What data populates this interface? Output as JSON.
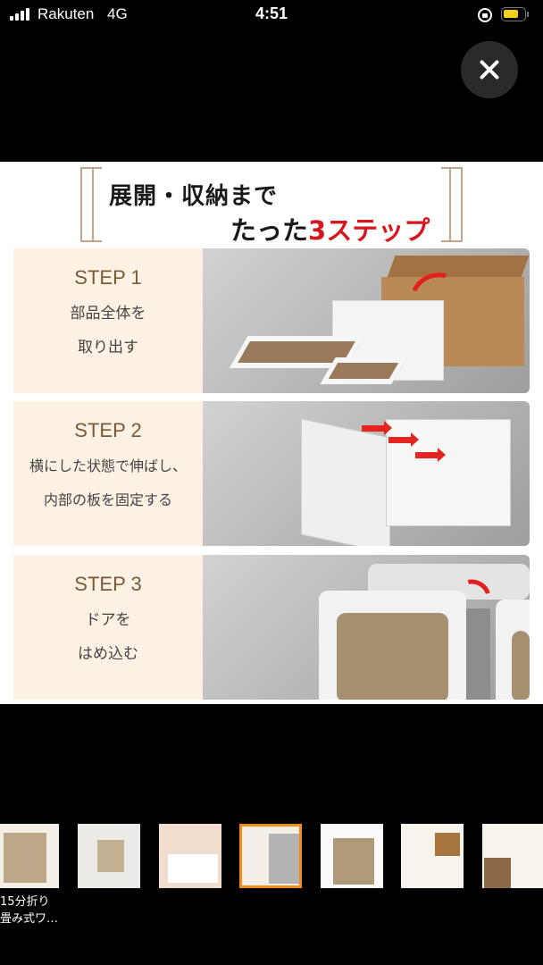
{
  "status_bar": {
    "carrier": "Rakuten",
    "network": "4G",
    "time": "4:51",
    "battery_color": "#f5cf1b",
    "icons": [
      "signal-icon",
      "rotation-lock-icon",
      "battery-icon"
    ]
  },
  "viewer": {
    "close_icon": "close-icon"
  },
  "main_image": {
    "heading": {
      "line1": "展開・収納まで",
      "line2_prefix": "たった",
      "line2_highlight": "3ステップ",
      "highlight_color": "#d7151d"
    },
    "steps": [
      {
        "title": "STEP 1",
        "desc_line1": "部品全体を",
        "desc_line2": "取り出す"
      },
      {
        "title": "STEP 2",
        "desc_line1": "横にした状態で伸ばし、",
        "desc_line2": "内部の板を固定する"
      },
      {
        "title": "STEP 3",
        "desc_line1": "ドアを",
        "desc_line2": "はめ込む"
      }
    ]
  },
  "thumbnails": {
    "selected_index": 3,
    "selected_color": "#f28c1a",
    "items": [
      {
        "label": "size-chart"
      },
      {
        "label": "room-scene"
      },
      {
        "label": "easy-assembly"
      },
      {
        "label": "3-steps"
      },
      {
        "label": "interior-layout"
      },
      {
        "label": "features-1"
      },
      {
        "label": "features-2"
      }
    ],
    "caption_line1": "15分折り",
    "caption_line2": "畳み式ワ…"
  }
}
